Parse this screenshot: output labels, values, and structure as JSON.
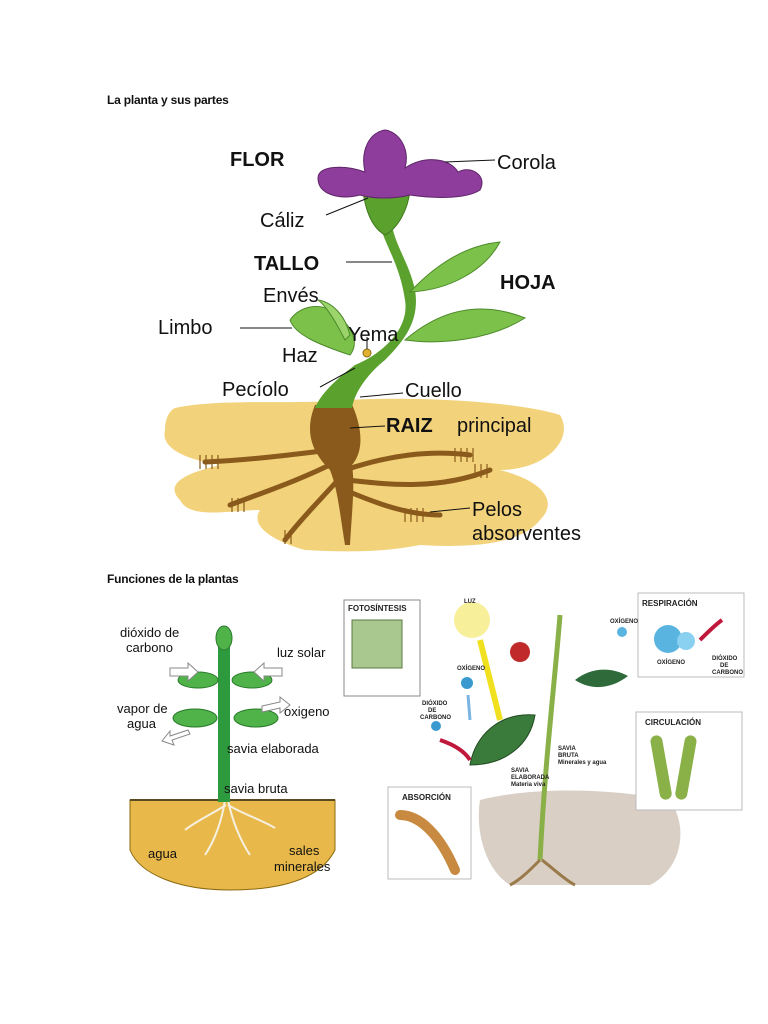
{
  "headings": {
    "section1": "La planta y sus partes",
    "section2": "Funciones de la plantas"
  },
  "diagram1": {
    "labels": {
      "flor": "FLOR",
      "corola": "Corola",
      "caliz": "Cáliz",
      "tallo": "TALLO",
      "hoja": "HOJA",
      "enves": "Envés",
      "limbo": "Limbo",
      "yema": "Yema",
      "haz": "Haz",
      "peciolo": "Pecíolo",
      "cuello": "Cuello",
      "raiz": "RAIZ",
      "principal": "principal",
      "pelos": "Pelos",
      "absorventes": "absorventes"
    },
    "colors": {
      "petal": "#8e3d9c",
      "stem": "#5aa12e",
      "soil": "#f2d27a",
      "root": "#8a5a1c"
    }
  },
  "diagram2": {
    "labels": {
      "co2": "dióxido de",
      "co2b": "carbono",
      "luz": "luz solar",
      "vapor": "vapor de",
      "vapor2": "agua",
      "oxigeno": "oxigeno",
      "savia_elab": "savia elaborada",
      "savia_bruta": "savia bruta",
      "agua": "agua",
      "sales": "sales",
      "minerales": "minerales"
    }
  },
  "diagram3": {
    "labels": {
      "fotosintesis": "FOTOSÍNTESIS",
      "luz": "LUZ",
      "oxigeno": "OXÍGENO",
      "dioxido1": "DIÓXIDO",
      "dioxido2": "DE",
      "dioxido3": "CARBONO",
      "respiracion": "RESPIRACIÓN",
      "r_oxigeno1": "OXÍGENO",
      "r_oxigeno2": "OXÍGENO",
      "r_dioxido1": "DIÓXIDO",
      "r_dioxido2": "DE",
      "r_dioxido3": "CARBONO",
      "circulacion": "CIRCULACIÓN",
      "absorcion": "ABSORCIÓN",
      "savia_bruta1": "SAVIA",
      "savia_bruta2": "BRUTA",
      "savia_bruta3": "Minerales y agua",
      "savia_elab1": "SAVIA",
      "savia_elab2": "ELABORADA",
      "savia_elab3": "Materia viva"
    }
  }
}
